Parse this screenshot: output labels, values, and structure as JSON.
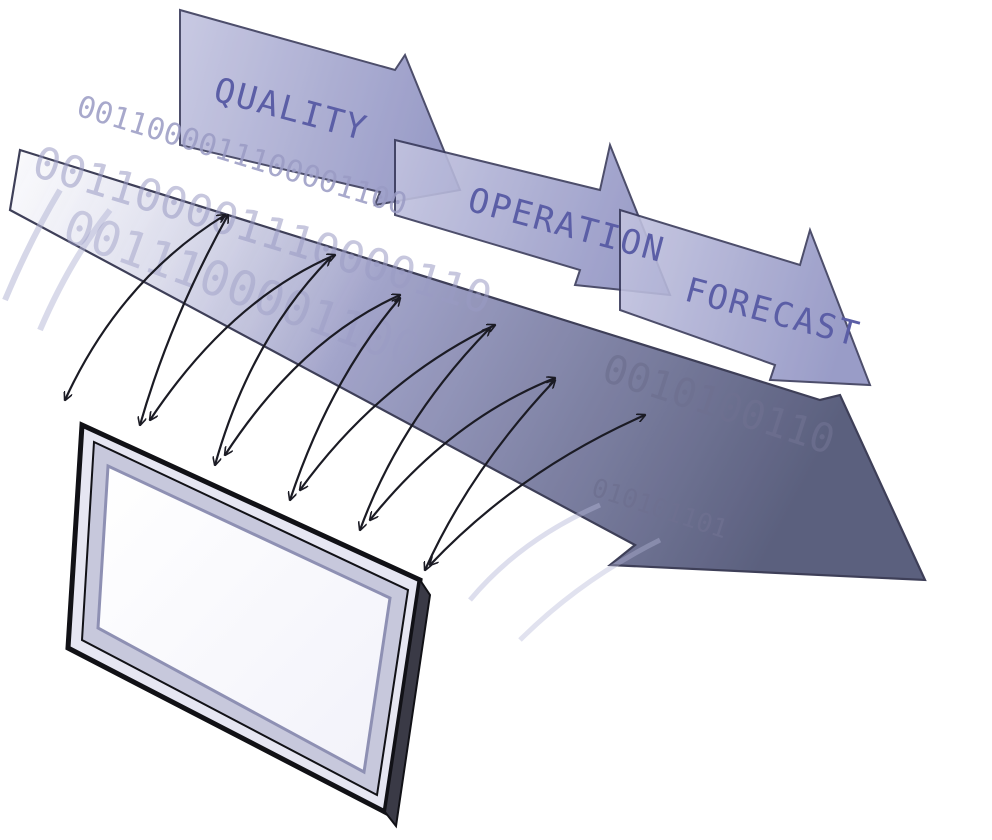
{
  "diagram": {
    "stages": [
      {
        "id": "quality",
        "label": "QUALITY"
      },
      {
        "id": "operation",
        "label": "OPERATION"
      },
      {
        "id": "forecast",
        "label": "FORECAST"
      }
    ],
    "binary_stream": {
      "row1": "0011000011100001100",
      "row2": "001100001110000110",
      "row3": "0011100001100",
      "row4": "0010100110",
      "row5": "010101101"
    }
  },
  "colors": {
    "arrow_light": "#b4b6d6",
    "arrow_mid": "#9fa2cb",
    "arrow_dark": "#555a7d",
    "outline": "#2e2f4a",
    "label": "#5b5ea6"
  }
}
